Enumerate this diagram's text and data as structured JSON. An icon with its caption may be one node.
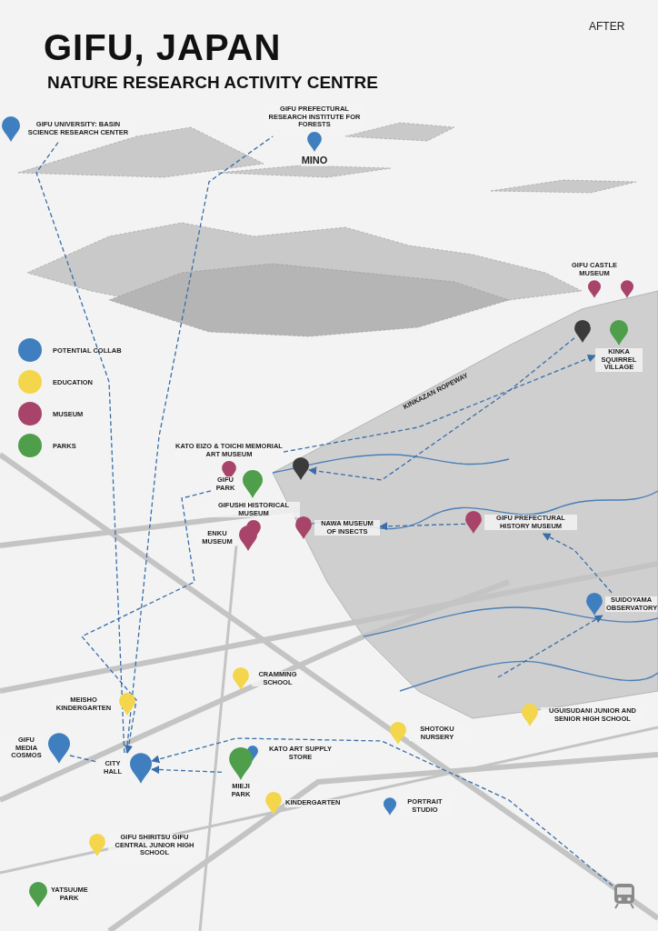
{
  "diagram": {
    "title": "GIFU, JAPAN",
    "nodes": [
      {
        "text": [
          "GIFU UNIVERSITY: BASIN SCIENCE RESEARCH CENTER"
        ]
      },
      {
        "text": [
          "GIFU PREFECTURAL RESEARCH INSTITUTE FOR FORESTS",
          "MINO"
        ]
      },
      {
        "text": [
          "GIFU CASTLE MUSEUM"
        ]
      },
      {
        "text": [],
        "shape": "pin"
      },
      {
        "text": [],
        "shape": "pin"
      },
      {
        "text": [
          "KINKA SQUIRREL VILLAGE"
        ]
      },
      {
        "text": [
          "KATO EIZO & TOICHI MEMORIAL ART MUSEUM"
        ]
      },
      {
        "text": [],
        "shape": "pin"
      },
      {
        "text": [
          "GIFU PARK"
        ]
      },
      {
        "text": [
          "GIFUSHI HISTORICAL MUSEUM"
        ]
      },
      {
        "text": [
          "ENKU MUSEUM"
        ]
      },
      {
        "text": [
          "NAWA MUSEUM OF INSECTS"
        ]
      },
      {
        "text": [
          "GIFU PREFECTURAL HISTORY MUSEUM"
        ]
      },
      {
        "text": [
          "SUIDOYAMA OBSERVATORY"
        ]
      },
      {
        "text": [
          "CRAMMING SCHOOL"
        ]
      },
      {
        "text": [
          "MEISHO KINDERGARTEN"
        ]
      },
      {
        "text": [
          "GIFU MEDIA COSMOS"
        ]
      },
      {
        "text": [
          "CITY HALL"
        ]
      },
      {
        "text": [
          "KATO ART SUPPLY STORE"
        ]
      },
      {
        "text": [
          "MIEJI PARK"
        ]
      },
      {
        "text": [
          "KINDERGARTEN"
        ]
      },
      {
        "text": [
          "SHOTOKU NURSERY"
        ]
      },
      {
        "text": [
          "UGUISUDANI JUNIOR AND SENIOR HIGH SCHOOL"
        ]
      },
      {
        "text": [
          "PORTRAIT STUDIO"
        ]
      },
      {
        "text": [
          "GIFU SHIRITSU GIFU CENTRAL JUNIOR HIGH SCHOOL"
        ]
      },
      {
        "text": [
          "YATSUUME PARK"
        ]
      },
      {
        "text": [],
        "shape": "train"
      }
    ],
    "edges": [
      {
        "from": 26,
        "to": 17,
        "arrow": "to",
        "style": "dashed"
      },
      {
        "from": 17,
        "to": 0,
        "arrow": "none",
        "style": "dashed"
      },
      {
        "from": 17,
        "to": 1,
        "arrow": "none",
        "style": "dashed"
      },
      {
        "from": 8,
        "to": 17,
        "arrow": "to",
        "style": "dashed"
      },
      {
        "from": 19,
        "to": 17,
        "arrow": "to",
        "style": "dashed"
      },
      {
        "from": 16,
        "to": 17,
        "arrow": "none",
        "style": "dashed"
      },
      {
        "from": 6,
        "to": 5,
        "arrow": "to",
        "style": "dashed"
      },
      {
        "from": 4,
        "to": 7,
        "arrow": "to",
        "style": "dashed"
      },
      {
        "from": 12,
        "to": 11,
        "arrow": "to",
        "style": "dashed"
      },
      {
        "from": 13,
        "to": 12,
        "arrow": "to",
        "style": "dashed"
      },
      {
        "from": null,
        "to": 13,
        "arrow": "to",
        "style": "dashed"
      }
    ],
    "labels": [
      "NATURE RESEARCH ACTIVITY CENTRE",
      "AFTER",
      "KINKAZAN ROPEWAY"
    ],
    "legend": [
      {
        "text": "POTENTIAL COLLAB",
        "color": "#3f7fbf"
      },
      {
        "text": "EDUCATION",
        "color": "#f3d64c"
      },
      {
        "text": "MUSEUM",
        "color": "#a8436a"
      },
      {
        "text": "PARKS",
        "color": "#4e9e4c"
      }
    ]
  }
}
